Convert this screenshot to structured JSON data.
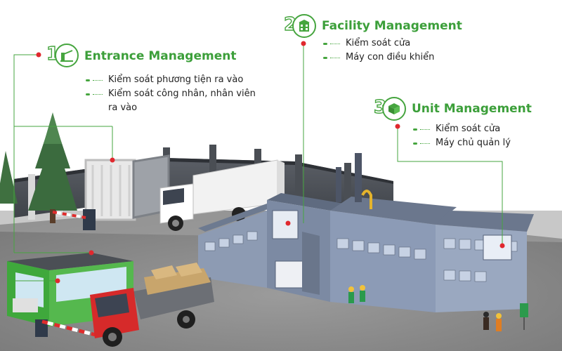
{
  "callouts": [
    {
      "number": "1",
      "icon": "gate-barrier-icon",
      "title": "Entrance Management",
      "items": [
        "Kiểm soát phương tiện ra vào",
        "Kiểm soát  công nhân, nhân viên ra vào"
      ]
    },
    {
      "number": "2",
      "icon": "building-icon",
      "title": "Facility Management",
      "items": [
        "Kiểm soát cửa",
        "Máy con điều khiển"
      ]
    },
    {
      "number": "3",
      "icon": "server-box-icon",
      "title": "Unit Management",
      "items": [
        "Kiểm soát cửa",
        "Máy chủ quản lý"
      ]
    }
  ],
  "colors": {
    "accent_green": "#46a53f",
    "leader_red": "#e0282e",
    "ground": "#8e8e8e",
    "building_blue": "#7e8ea8",
    "truck_red": "#d62a2a",
    "guardhouse_green": "#3fa83c"
  }
}
